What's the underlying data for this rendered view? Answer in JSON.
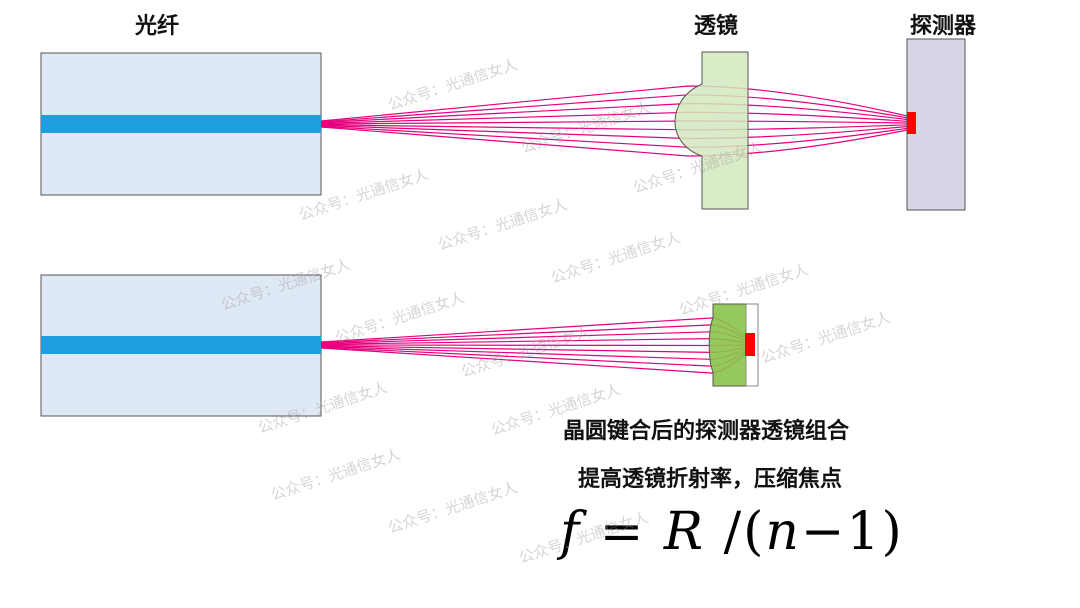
{
  "labels": {
    "fiber": "光纤",
    "lens": "透镜",
    "detector": "探测器"
  },
  "caption": {
    "line1": "晶圆键合后的探测器透镜组合",
    "line2": "提高透镜折射率，压缩焦点"
  },
  "formula": {
    "f": "f",
    "equals": "=",
    "R": "R",
    "slash_paren": "/(",
    "n": "n",
    "minus_one": "−1)"
  },
  "watermark": "公众号：光通信女人",
  "colors": {
    "fiber_cladding": "#dfe9f5",
    "fiber_core": "#1ea0e0",
    "rays": "#e6007e",
    "lens_top": "#d4e8bd",
    "lens_bottom": "#8bc34a",
    "detector_body": "#d6d6e6",
    "detector_element": "#ff0000"
  },
  "ray_count": 9
}
